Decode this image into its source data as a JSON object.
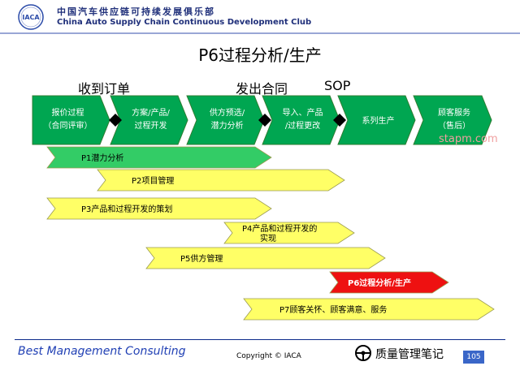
{
  "header": {
    "logo_text": "IACA",
    "org_name_cn": "中国汽车供应链可持续发展俱乐部",
    "org_name_en": "China Auto Supply Chain Continuous Development Club"
  },
  "title": "P6过程分析/生产",
  "milestones": [
    "收到订单",
    "发出合同",
    "SOP"
  ],
  "phases": [
    {
      "line1": "报价过程",
      "line2": "（合同评审）"
    },
    {
      "line1": "方案/产品/",
      "line2": "过程开发"
    },
    {
      "line1": "供方预选/",
      "line2": "潜力分析"
    },
    {
      "line1": "导入、产品",
      "line2": "/过程更改"
    },
    {
      "line1": "系列生产",
      "line2": ""
    },
    {
      "line1": "顾客服务",
      "line2": "（售后）"
    }
  ],
  "bars": [
    {
      "label": "P1潜力分析",
      "label2": "",
      "color": "#33cc66",
      "highlight": false
    },
    {
      "label": "P2项目管理",
      "label2": "",
      "color": "#ffff66",
      "highlight": false
    },
    {
      "label": "P3产品和过程开发的策划",
      "label2": "",
      "color": "#ffff66",
      "highlight": false
    },
    {
      "label": "P4产品和过程开发的",
      "label2": "实现",
      "color": "#ffff66",
      "highlight": false
    },
    {
      "label": "P5供方管理",
      "label2": "",
      "color": "#ffff66",
      "highlight": false
    },
    {
      "label": "P6过程分析/生产",
      "label2": "",
      "color": "#ee1111",
      "highlight": true
    },
    {
      "label": "P7顾客关怀、顾客满意、服务",
      "label2": "",
      "color": "#ffff66",
      "highlight": false
    }
  ],
  "colors": {
    "phase_fill": "#00a651",
    "phase_border": "#2e7d32",
    "diamond": "#000000"
  },
  "footer": {
    "brand": "Best Management Consulting",
    "copyright": "Copyright © IACA",
    "watermark_text": "质量管理笔记",
    "watermark_page": "105",
    "watermark_url": "stapm.com"
  },
  "icons": {
    "logo": "iaca-logo-icon",
    "watermark": "steering-wheel-icon"
  }
}
